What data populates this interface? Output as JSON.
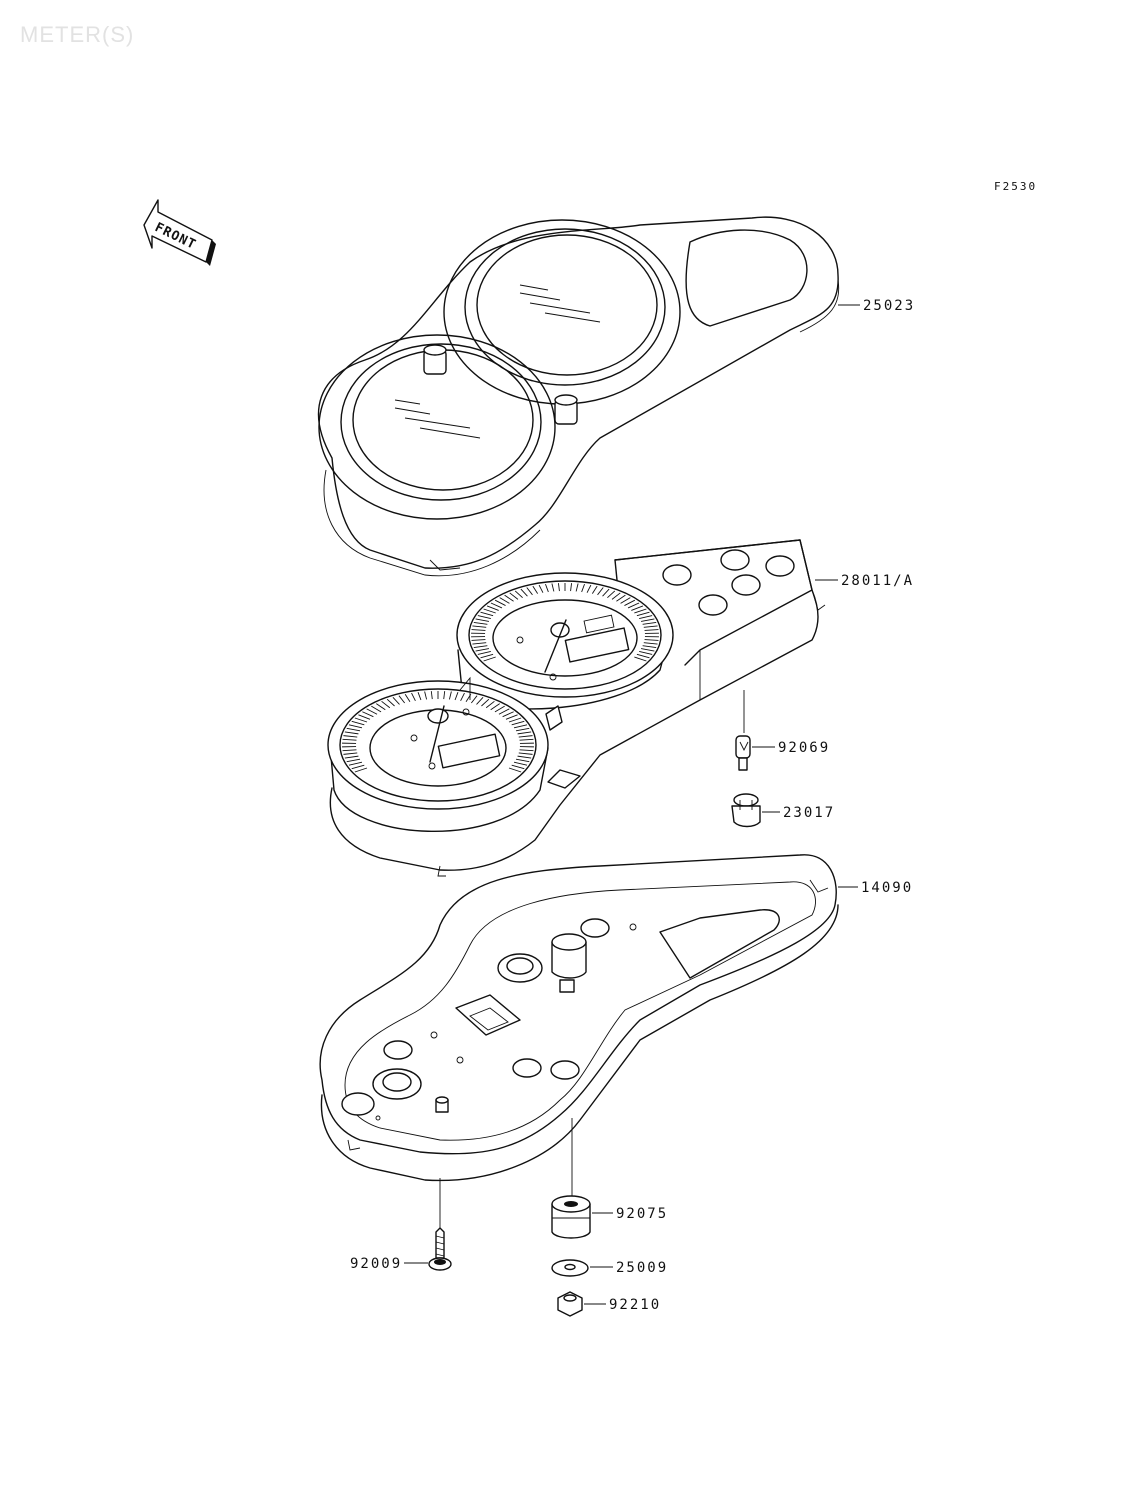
{
  "watermark": "METER(S)",
  "figure_code": "F2530",
  "front_arrow_label": "FRONT",
  "parts": [
    {
      "id": "meter-cover",
      "label": "25023"
    },
    {
      "id": "meter-assembly",
      "label": "28011/A"
    },
    {
      "id": "bulb",
      "label": "92069"
    },
    {
      "id": "bulb-socket",
      "label": "23017"
    },
    {
      "id": "meter-case",
      "label": "14090"
    },
    {
      "id": "damper",
      "label": "92075"
    },
    {
      "id": "screw",
      "label": "92009"
    },
    {
      "id": "washer",
      "label": "25009"
    },
    {
      "id": "nut",
      "label": "92210"
    }
  ]
}
